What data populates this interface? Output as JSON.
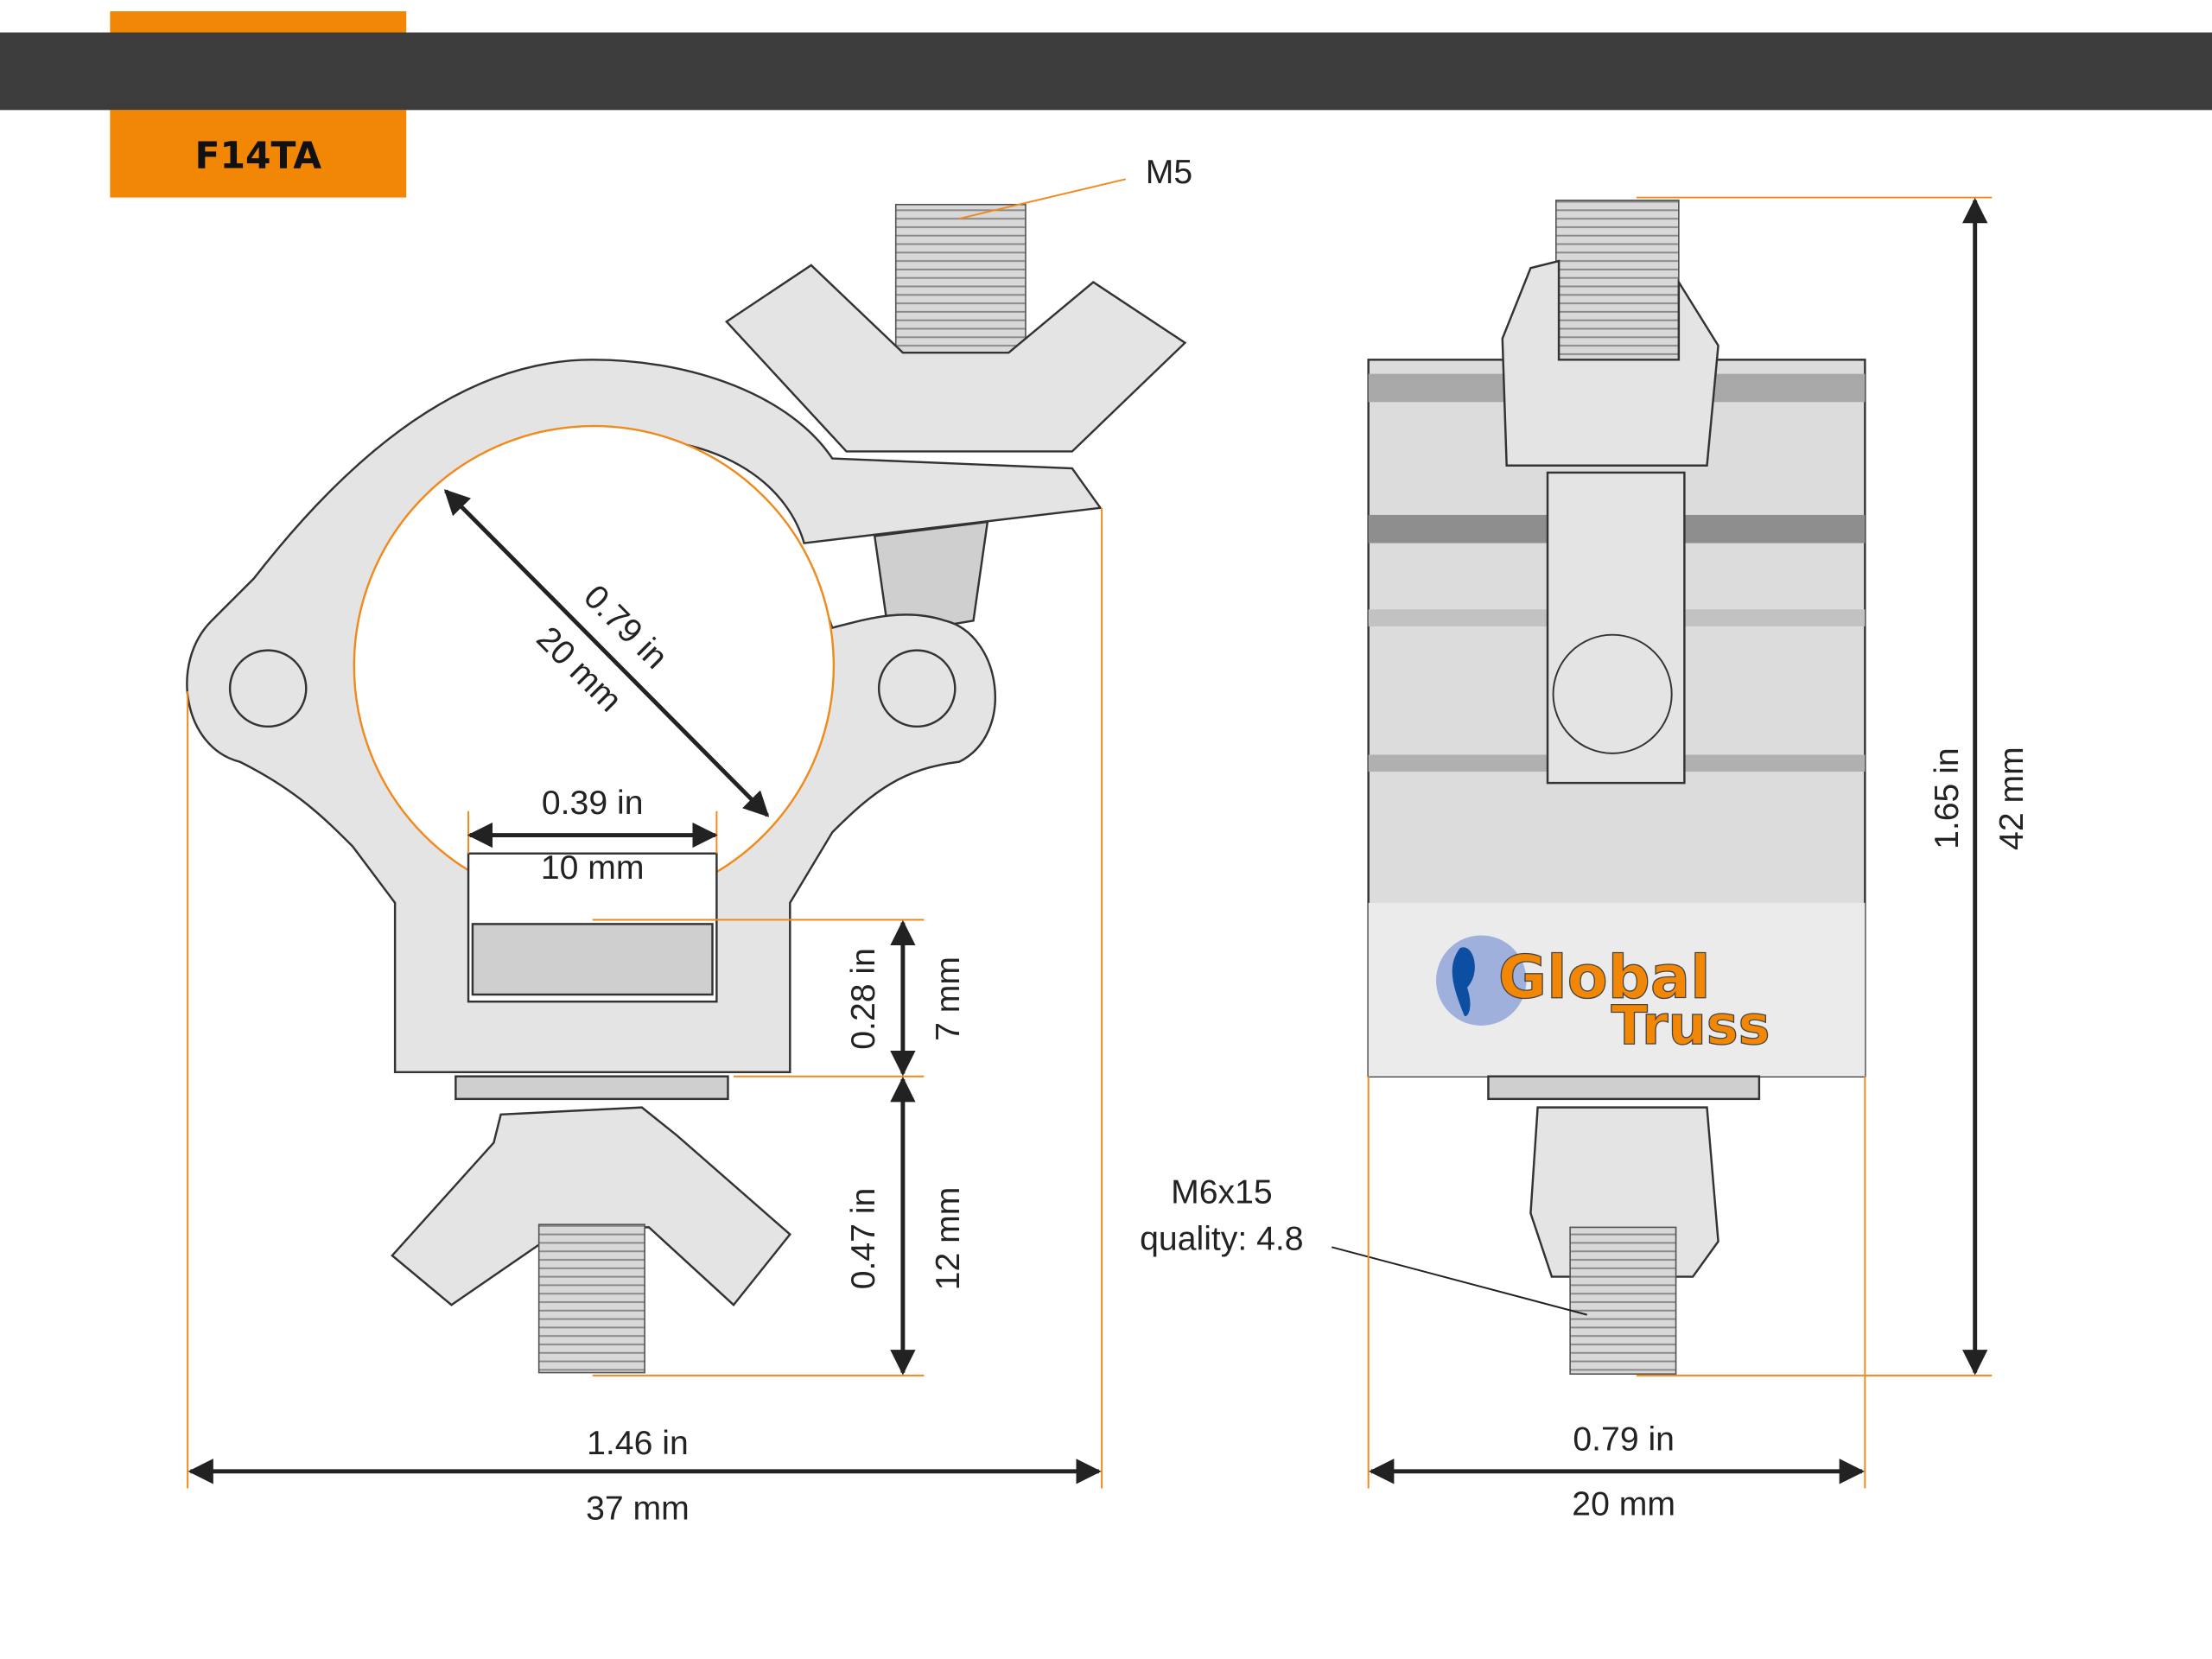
{
  "header": {
    "model": "F14TA",
    "accent_color": "#f28705",
    "bar_color": "#3c3c3c"
  },
  "side_view": {
    "bolt_label": "M5",
    "tube_diameter_in": "0.79 in",
    "tube_diameter_mm": "20 mm",
    "slot_width_in": "0.39 in",
    "slot_width_mm": "10 mm",
    "slot_height_in": "0.28 in",
    "slot_height_mm": "7 mm",
    "bolt_length_in": "0.47 in",
    "bolt_length_mm": "12 mm",
    "total_width_in": "1.46 in",
    "total_width_mm": "37 mm"
  },
  "front_view": {
    "bolt_label_line1": "M6x15",
    "bolt_label_line2": "quality: 4.8",
    "height_in": "1.65 in",
    "height_mm": "42 mm",
    "width_in": "0.79 in",
    "width_mm": "20 mm",
    "logo_text_1": "Global",
    "logo_text_2": "Truss"
  }
}
